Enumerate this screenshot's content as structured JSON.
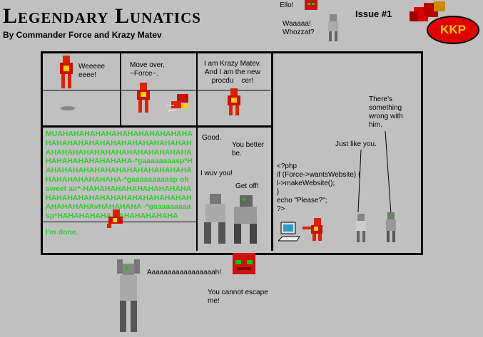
{
  "header": {
    "title": "Legendary Lunatics",
    "byline": "By Commander Force and Krazy Matev",
    "issue": "Issue #1",
    "logo_text": "KKP",
    "top_bubble_1": "Ello!",
    "top_bubble_2": "Waaaaa!\nWhozzat?"
  },
  "panels": {
    "p1_text": "Weeeee\neeee!",
    "p2_text": "Move over,\n~Force~.",
    "p3_text": "I am Krazy Matev.\nAnd I am the new\nprocdu    cer!",
    "p5_laugh": "MUAHAHAHAHAHAHAHAHAHAHAHAHAHAHAHAHAHAHAHAHAHAHAHAHAHAHAHAHAHAHAHAHAHAHAHAHAHAHAHAHAHAHAHAHAHAHAHA-*gaaaaaaaasp*HAHAHAHAHAHAHAHAHAHAHAHAHAHAHAHAHAHAHAHAHA-*gaaaaaaaaasp oh sweet air*-HAHAHAHAHAHAHAHAHAHAHAHAHAHAHAHAHAHAHAHAHAHAHAHAHAHAHAHAvHAHAHAHA -*gaaaaaaaaasp*HAHAHAHAHA       HAHAHAHAHAHA",
    "p5_done": "I'm done.",
    "p6_good": "Good.",
    "p6_better": "You better\nbe.",
    "p6_wuv": "I wuv you!",
    "p6_getoff": "Get off!",
    "p7_wrong": "There's\nsomething\nwrong with\nhim.",
    "p7_justlike": "Just like you.",
    "p7_code": "<?php\nif (Force->wantsWebsite) {\nl->makeWebsite();\n}\necho \"Please?\";\n?>"
  },
  "footer": {
    "scream": "Aaaaaaaaaaaaaaaaah!",
    "escape": "You cannot escape\nme!"
  },
  "colors": {
    "background": "#c0c0c0",
    "laugh": "#33cc33",
    "border": "#000000"
  }
}
